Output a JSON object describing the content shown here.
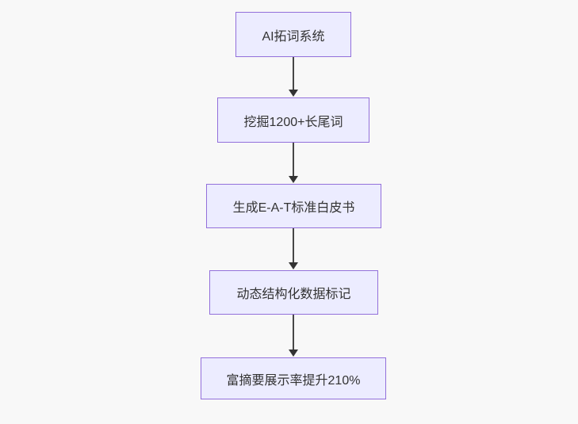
{
  "diagram": {
    "type": "flowchart",
    "direction": "top-down",
    "colors": {
      "background": "#f8f8f8",
      "node_fill": "#ECECFF",
      "node_border": "#9370DB",
      "arrow": "#333333",
      "text": "#333333"
    },
    "nodes": [
      {
        "id": "n1",
        "label": "AI拓词系统"
      },
      {
        "id": "n2",
        "label": "挖掘1200+长尾词"
      },
      {
        "id": "n3",
        "label": "生成E-A-T标准白皮书"
      },
      {
        "id": "n4",
        "label": "动态结构化数据标记"
      },
      {
        "id": "n5",
        "label": "富摘要展示率提升210%"
      }
    ],
    "edges": [
      {
        "from": "n1",
        "to": "n2"
      },
      {
        "from": "n2",
        "to": "n3"
      },
      {
        "from": "n3",
        "to": "n4"
      },
      {
        "from": "n4",
        "to": "n5"
      }
    ]
  }
}
